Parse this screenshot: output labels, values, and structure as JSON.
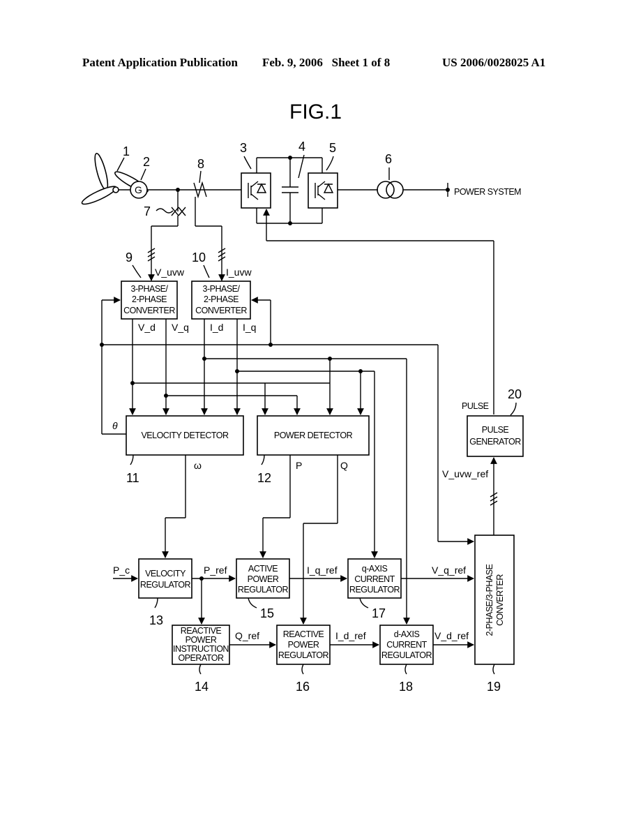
{
  "header": {
    "publication": "Patent Application Publication",
    "date_sheet": "Feb. 9, 2006   Sheet 1 of 8",
    "number": "US 2006/0028025 A1"
  },
  "figure": {
    "title": "FIG.1",
    "power_system": "POWER SYSTEM",
    "blocks": {
      "conv9": [
        "3-PHASE/",
        "2-PHASE",
        "CONVERTER"
      ],
      "conv10": [
        "3-PHASE/",
        "2-PHASE",
        "CONVERTER"
      ],
      "velocity_detector": "VELOCITY DETECTOR",
      "power_detector": "POWER DETECTOR",
      "pulse_generator": [
        "PULSE",
        "GENERATOR"
      ],
      "velocity_regulator": [
        "VELOCITY",
        "REGULATOR"
      ],
      "active_power_regulator": [
        "ACTIVE",
        "POWER",
        "REGULATOR"
      ],
      "q_axis_regulator": [
        "q-AXIS",
        "CURRENT",
        "REGULATOR"
      ],
      "reactive_instruction": [
        "REACTIVE",
        "POWER",
        "INSTRUCTION",
        "OPERATOR"
      ],
      "reactive_power_regulator": [
        "REACTIVE",
        "POWER",
        "REGULATOR"
      ],
      "d_axis_regulator": [
        "d-AXIS",
        "CURRENT",
        "REGULATOR"
      ],
      "conv19": [
        "2-PHASE/3-PHASE",
        "CONVERTER"
      ]
    },
    "generator_symbol": "G",
    "signals": {
      "v_uvw": "V_uvw",
      "i_uvw": "I_uvw",
      "v_d": "V_d",
      "v_q": "V_q",
      "i_d": "I_d",
      "i_q": "I_q",
      "theta": "θ",
      "omega": "ω",
      "p": "P",
      "q": "Q",
      "pulse": "PULSE",
      "v_uvw_ref": "V_uvw_ref",
      "p_c": "P_c",
      "p_ref": "P_ref",
      "i_q_ref": "I_q_ref",
      "v_q_ref": "V_q_ref",
      "q_ref": "Q_ref",
      "i_d_ref": "I_d_ref",
      "v_d_ref": "V_d_ref"
    },
    "refs": {
      "r1": "1",
      "r2": "2",
      "r3": "3",
      "r4": "4",
      "r5": "5",
      "r6": "6",
      "r7": "7",
      "r8": "8",
      "r9": "9",
      "r10": "10",
      "r11": "11",
      "r12": "12",
      "r13": "13",
      "r14": "14",
      "r15": "15",
      "r16": "16",
      "r17": "17",
      "r18": "18",
      "r19": "19",
      "r20": "20"
    }
  }
}
